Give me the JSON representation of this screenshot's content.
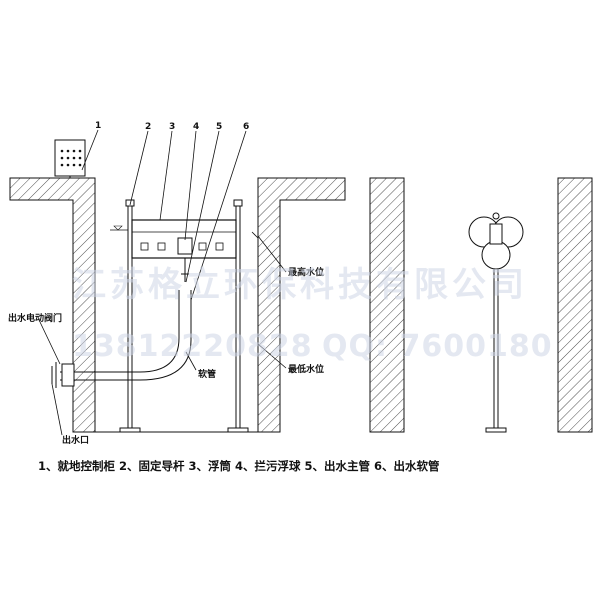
{
  "labels": {
    "valve": "出水电动阀门",
    "outlet": "出水口",
    "hose": "软管",
    "high_water": "最高水位",
    "low_water": "最低水位"
  },
  "callouts": [
    "1",
    "2",
    "3",
    "4",
    "5",
    "6"
  ],
  "watermark": {
    "company": "江苏格立环保科技有限公司",
    "phone": "13812220828",
    "qq": "QQ: 7600180"
  },
  "legend": "1、就地控制柜 2、固定导杆 3、浮筒 4、拦污浮球 5、出水主管 6、出水软管",
  "colors": {
    "line": "#111111",
    "watermark": "#cfd6e6"
  }
}
